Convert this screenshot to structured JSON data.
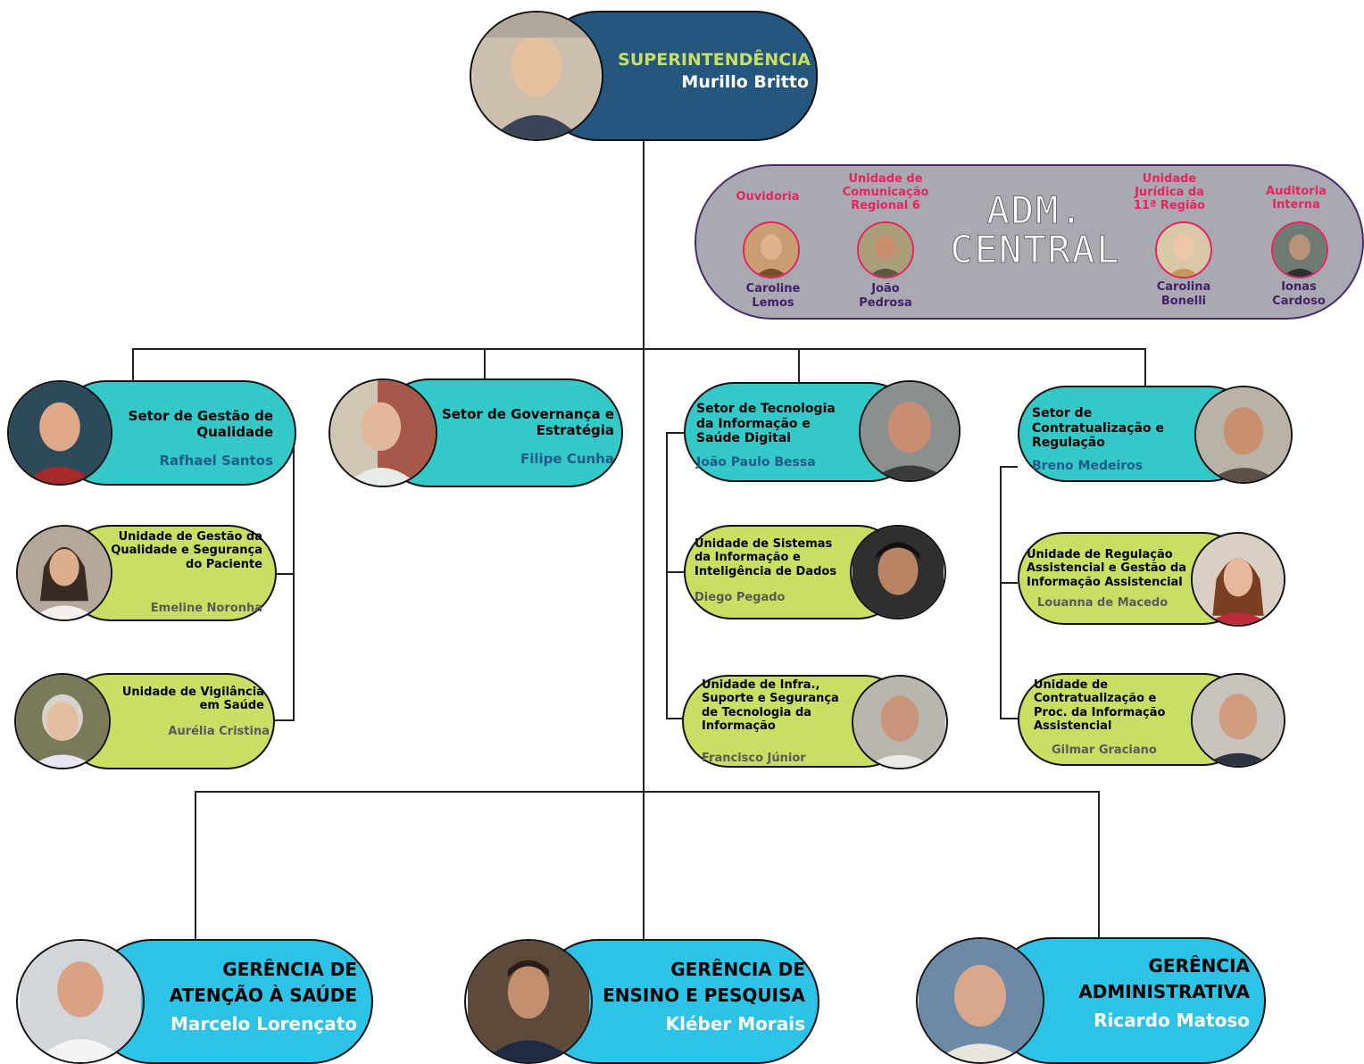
{
  "top": {
    "title": "SUPERINTENDÊNCIA",
    "name": "Murillo Britto"
  },
  "adm": {
    "title_line1": "ADM.",
    "title_line2": "CENTRAL",
    "members": [
      {
        "role": "Ouvidoria",
        "name": "Caroline Lemos"
      },
      {
        "role": "Unidade de Comunicação Regional 6",
        "name": "João Pedrosa"
      },
      {
        "role": "Unidade Jurídica da 11ª Região",
        "name": "Carolina Bonelli"
      },
      {
        "role": "Auditoria Interna",
        "name": "Ionas Cardoso"
      }
    ]
  },
  "setores": [
    {
      "title": "Setor de Gestão de Qualidade",
      "name": "Rafhael Santos"
    },
    {
      "title": "Setor de Governança e Estratégia",
      "name": "Filipe Cunha"
    },
    {
      "title": "Setor de Tecnologia da Informação e Saúde Digital",
      "name": "João Paulo Bessa"
    },
    {
      "title": "Setor de Contratualização e Regulação",
      "name": "Breno Medeiros"
    }
  ],
  "unidades": [
    {
      "title": "Unidade de Gestão da Qualidade e Segurança do Paciente",
      "name": "Emeline Noronha"
    },
    {
      "title": "Unidade de Vigilância em Saúde",
      "name": "Aurélia Cristina"
    },
    {
      "title": "Unidade de Sistemas da Informação e Inteligência de Dados",
      "name": "Diego Pegado"
    },
    {
      "title": "Unidade de Infra., Suporte e Segurança de Tecnologia da Informação",
      "name": "Francisco Júnior"
    },
    {
      "title": "Unidade de Regulação Assistencial e Gestão da Informação Assistencial",
      "name": "Louanna de Macedo"
    },
    {
      "title": "Unidade de Contratualização e Proc. da Informação Assistencial",
      "name": "Gilmar Graciano"
    }
  ],
  "gerencias": [
    {
      "title": "GERÊNCIA DE ATENÇÃO À SAÚDE",
      "name": "Marcelo Lorençato"
    },
    {
      "title": "GERÊNCIA DE ENSINO E PESQUISA",
      "name": "Kléber Morais"
    },
    {
      "title": "GERÊNCIA ADMINISTRATIVA",
      "name": "Ricardo Matoso"
    }
  ],
  "colors": {
    "navy": "#25577e",
    "teal": "#35c8c9",
    "lime": "#c9df64",
    "blue": "#2dc3e6",
    "adm_role": "#e6245f",
    "adm_name": "#45206a",
    "top_title": "#c9df64",
    "name_blue": "#1f5b8a"
  }
}
